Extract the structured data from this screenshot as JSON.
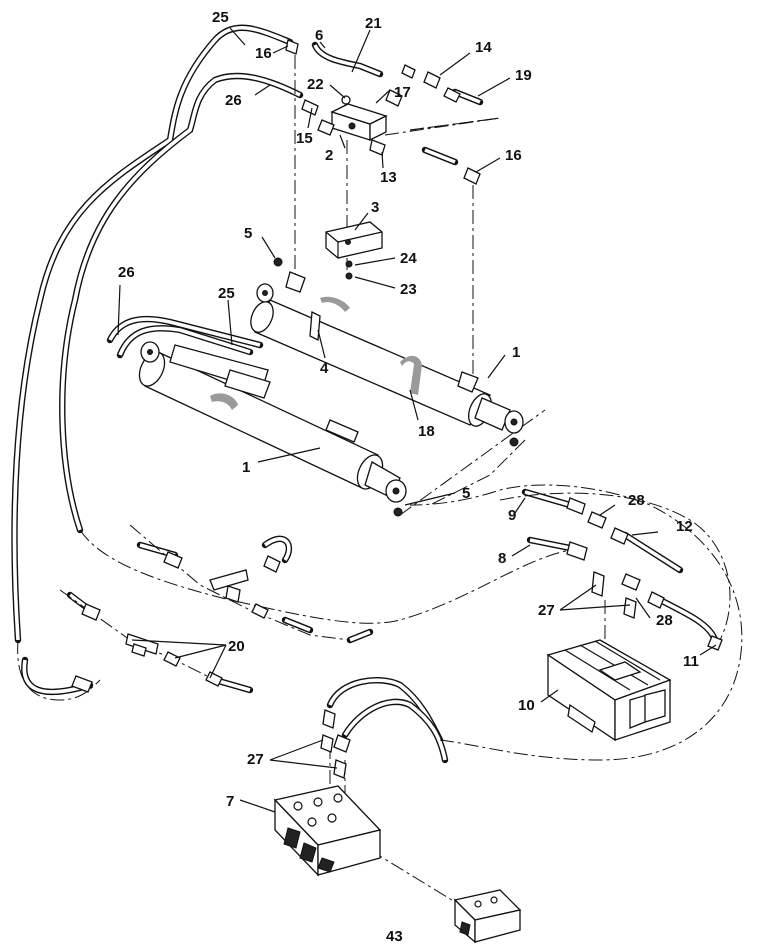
{
  "page_number": "43",
  "callouts": {
    "c1a": "1",
    "c1b": "1",
    "c2": "2",
    "c3": "3",
    "c4": "4",
    "c5a": "5",
    "c5b": "5",
    "c6": "6",
    "c7": "7",
    "c8": "8",
    "c9": "9",
    "c10": "10",
    "c11": "11",
    "c12": "12",
    "c13": "13",
    "c14": "14",
    "c15": "15",
    "c16a": "16",
    "c16b": "16",
    "c17": "17",
    "c18": "18",
    "c19": "19",
    "c20": "20",
    "c21": "21",
    "c22": "22",
    "c23": "23",
    "c24": "24",
    "c25a": "25",
    "c25b": "25",
    "c26a": "26",
    "c26b": "26",
    "c27a": "27",
    "c27b": "27",
    "c28a": "28",
    "c28b": "28"
  }
}
